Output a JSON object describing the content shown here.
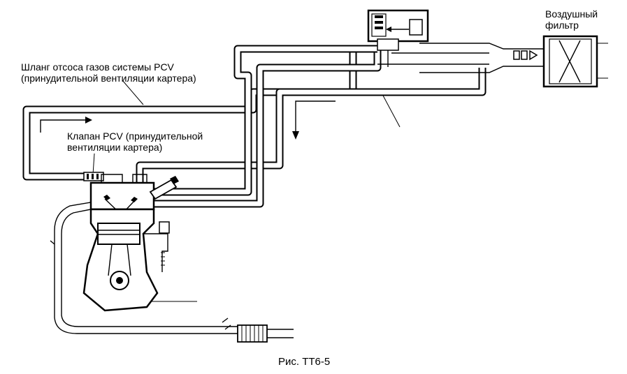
{
  "labels": {
    "air_filter_line1": "Воздушный",
    "air_filter_line2": "фильтр",
    "pcv_hose_line1": "Шланг отсоса газов системы PCV",
    "pcv_hose_line2": "(принудительной вентиляции картера)",
    "pcv_valve_line1": "Клапан PCV (принудительной",
    "pcv_valve_line2": "вентиляции картера)",
    "figure_caption": "Рис. ТТ6-5"
  },
  "colors": {
    "line": "#000000",
    "background": "#ffffff"
  }
}
